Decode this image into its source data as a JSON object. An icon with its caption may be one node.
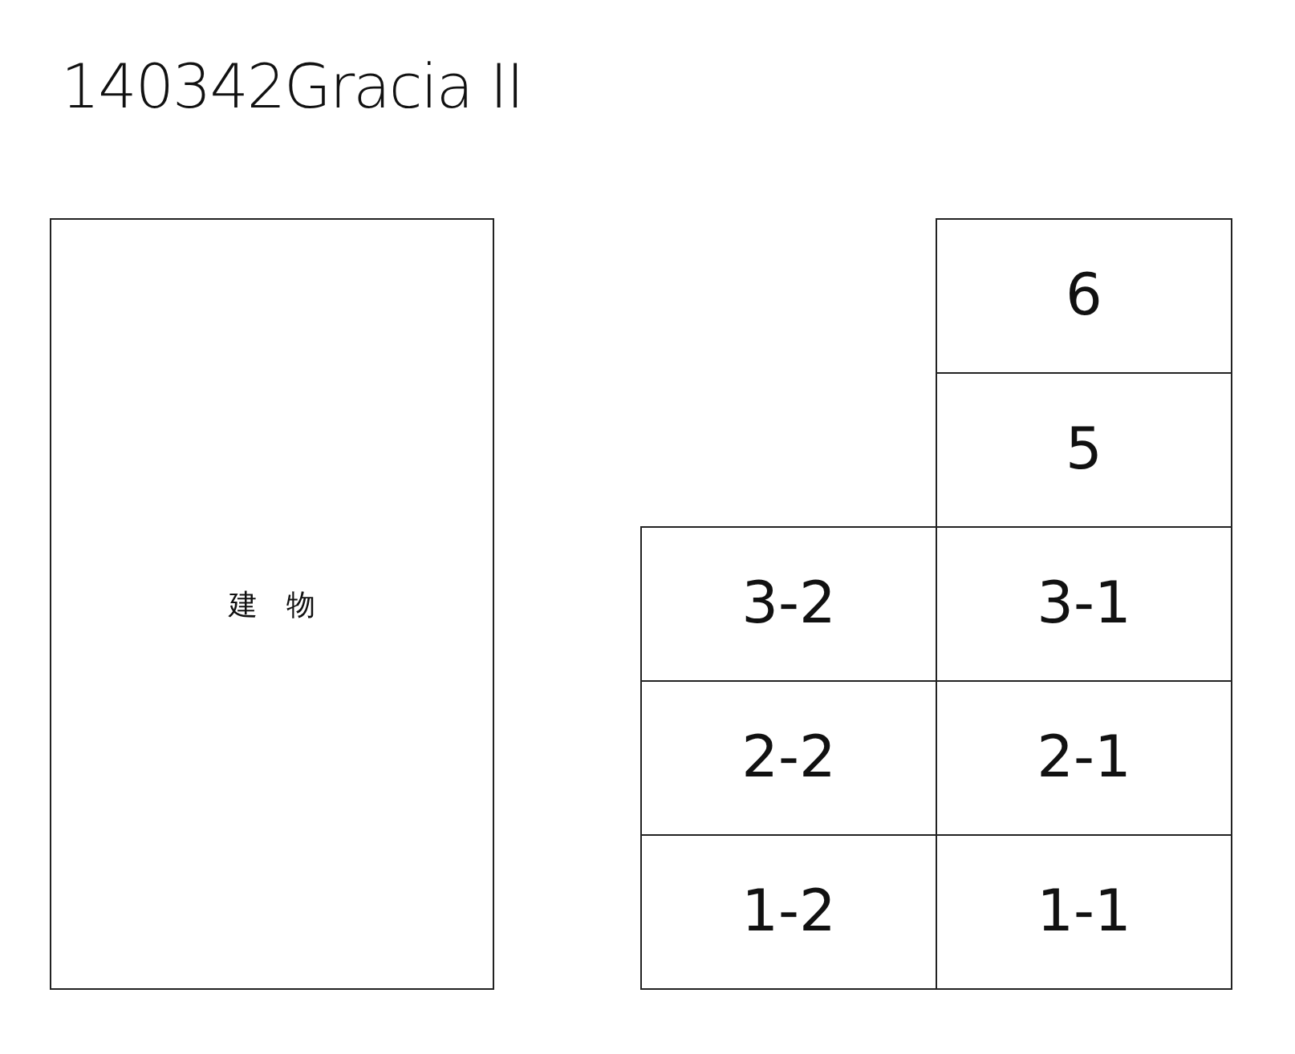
{
  "diagram": {
    "title": "140342Gracia II",
    "nodes": [
      {
        "text": [
          "建　物"
        ]
      },
      {
        "text": [
          "6"
        ]
      },
      {
        "text": [
          "5"
        ]
      },
      {
        "text": [
          "3-2"
        ]
      },
      {
        "text": [
          "3-1"
        ]
      },
      {
        "text": [
          "2-2"
        ]
      },
      {
        "text": [
          "2-1"
        ]
      },
      {
        "text": [
          "1-2"
        ]
      },
      {
        "text": [
          "1-1"
        ]
      }
    ]
  }
}
